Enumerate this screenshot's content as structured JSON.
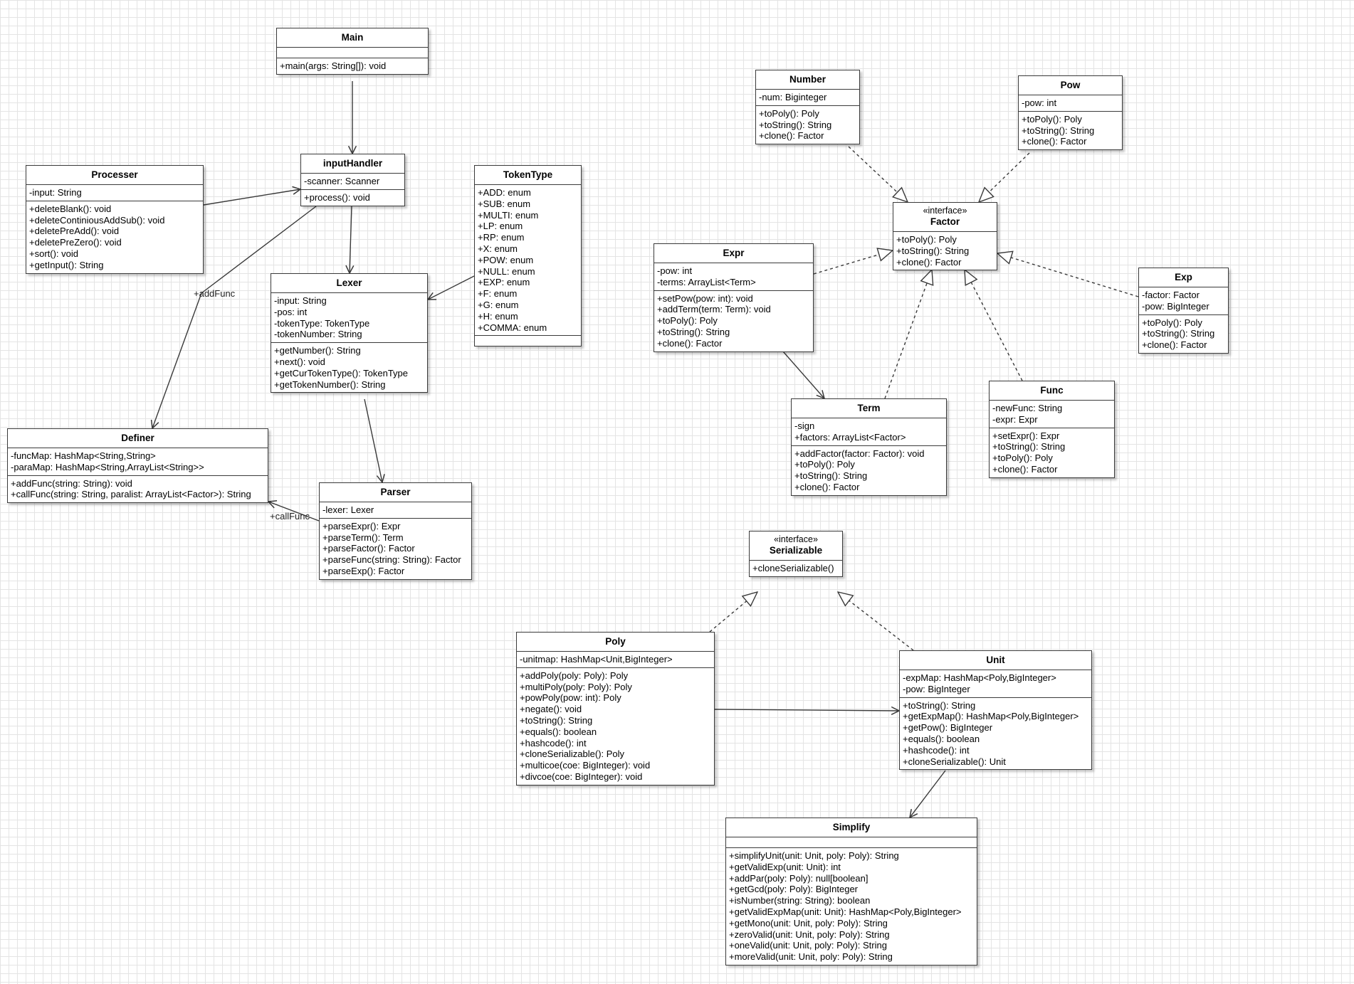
{
  "diagram": {
    "classes": [
      {
        "id": "main",
        "name": "Main",
        "attributes": [],
        "methods": [
          "+main(args: String[]): void"
        ]
      },
      {
        "id": "inputHandler",
        "name": "inputHandler",
        "attributes": [
          "-scanner: Scanner"
        ],
        "methods": [
          "+process(): void"
        ]
      },
      {
        "id": "processer",
        "name": "Processer",
        "attributes": [
          "-input: String"
        ],
        "methods": [
          "+deleteBlank(): void",
          "+deleteContiniousAddSub(): void",
          "+deletePreAdd(): void",
          "+deletePreZero(): void",
          "+sort(): void",
          "+getInput(): String"
        ]
      },
      {
        "id": "tokenType",
        "name": "TokenType",
        "attributes": [
          "+ADD: enum",
          "+SUB: enum",
          "+MULTI: enum",
          "+LP: enum",
          "+RP: enum",
          "+X: enum",
          "+POW: enum",
          "+NULL: enum",
          "+EXP: enum",
          "+F: enum",
          "+G: enum",
          "+H: enum",
          "+COMMA: enum"
        ],
        "methods": []
      },
      {
        "id": "lexer",
        "name": "Lexer",
        "attributes": [
          "-input: String",
          "-pos: int",
          "-tokenType: TokenType",
          "-tokenNumber: String"
        ],
        "methods": [
          "+getNumber(): String",
          "+next(): void",
          "+getCurTokenType(): TokenType",
          "+getTokenNumber(): String"
        ]
      },
      {
        "id": "definer",
        "name": "Definer",
        "attributes": [
          "-funcMap: HashMap<String,String>",
          "-paraMap: HashMap<String,ArrayList<String>>"
        ],
        "methods": [
          "+addFunc(string: String): void",
          "+callFunc(string: String, paralist: ArrayList<Factor>): String"
        ]
      },
      {
        "id": "parser",
        "name": "Parser",
        "attributes": [
          "-lexer: Lexer"
        ],
        "methods": [
          "+parseExpr(): Expr",
          "+parseTerm(): Term",
          "+parseFactor(): Factor",
          "+parseFunc(string: String): Factor",
          "+parseExp(): Factor"
        ]
      },
      {
        "id": "number",
        "name": "Number",
        "attributes": [
          "-num: Biginteger"
        ],
        "methods": [
          "+toPoly(): Poly",
          "+toString(): String",
          "+clone(): Factor"
        ]
      },
      {
        "id": "pow",
        "name": "Pow",
        "attributes": [
          "-pow: int"
        ],
        "methods": [
          "+toPoly(): Poly",
          "+toString(): String",
          "+clone(): Factor"
        ]
      },
      {
        "id": "factor",
        "name": "Factor",
        "stereotype": "«interface»",
        "attributes": null,
        "methods": [
          "+toPoly(): Poly",
          "+toString(): String",
          "+clone(): Factor"
        ]
      },
      {
        "id": "expr",
        "name": "Expr",
        "attributes": [
          "-pow: int",
          "-terms: ArrayList<Term>"
        ],
        "methods": [
          "+setPow(pow: int): void",
          "+addTerm(term: Term): void",
          "+toPoly(): Poly",
          "+toString(): String",
          "+clone(): Factor"
        ]
      },
      {
        "id": "exp",
        "name": "Exp",
        "attributes": [
          "-factor: Factor",
          "-pow: BigInteger"
        ],
        "methods": [
          "+toPoly(): Poly",
          "+toString(): String",
          "+clone(): Factor"
        ]
      },
      {
        "id": "term",
        "name": "Term",
        "attributes": [
          "-sign",
          "+factors: ArrayList<Factor>"
        ],
        "methods": [
          "+addFactor(factor: Factor): void",
          "+toPoly(): Poly",
          "+toString(): String",
          "+clone(): Factor"
        ]
      },
      {
        "id": "func",
        "name": "Func",
        "attributes": [
          "-newFunc: String",
          "-expr: Expr"
        ],
        "methods": [
          "+setExpr(): Expr",
          "+toString(): String",
          "+toPoly(): Poly",
          "+clone(): Factor"
        ]
      },
      {
        "id": "serializable",
        "name": "Serializable",
        "stereotype": "«interface»",
        "attributes": null,
        "methods": [
          "+cloneSerializable()"
        ]
      },
      {
        "id": "poly",
        "name": "Poly",
        "attributes": [
          "-unitmap: HashMap<Unit,BigInteger>"
        ],
        "methods": [
          "+addPoly(poly: Poly): Poly",
          "+multiPoly(poly: Poly): Poly",
          "+powPoly(pow: int): Poly",
          "+negate(): void",
          "+toString(): String",
          "+equals(): boolean",
          "+hashcode(): int",
          "+cloneSerializable(): Poly",
          "+multicoe(coe: BigInteger): void",
          "+divcoe(coe: BigInteger): void"
        ]
      },
      {
        "id": "unit",
        "name": "Unit",
        "attributes": [
          "-expMap: HashMap<Poly,BigInteger>",
          "-pow: BigInteger"
        ],
        "methods": [
          "+toString(): String",
          "+getExpMap(): HashMap<Poly,BigInteger>",
          "+getPow(): BigInteger",
          "+equals(): boolean",
          "+hashcode(): int",
          "+cloneSerializable(): Unit"
        ]
      },
      {
        "id": "simplify",
        "name": "Simplify",
        "attributes": [],
        "methods": [
          "+simplifyUnit(unit: Unit, poly: Poly): String",
          "+getValidExp(unit: Unit): int",
          "+addPar(poly: Poly): null[boolean]",
          "+getGcd(poly: Poly): BigInteger",
          "+isNumber(string: String): boolean",
          "+getValidExpMap(unit: Unit): HashMap<Poly,BigInteger>",
          "+getMono(unit: Unit, poly: Poly): String",
          "+zeroValid(unit: Unit, poly: Poly): String",
          "+oneValid(unit: Unit, poly: Poly): String",
          "+moreValid(unit: Unit, poly: Poly): String"
        ]
      }
    ],
    "relations": [
      {
        "id": "main-inputHandler",
        "from": "main",
        "to": "inputHandler",
        "type": "association"
      },
      {
        "id": "processer-inputHandler",
        "from": "processer",
        "to": "inputHandler",
        "type": "association"
      },
      {
        "id": "inputHandler-lexer",
        "from": "inputHandler",
        "to": "lexer",
        "type": "association"
      },
      {
        "id": "inputHandler-definer",
        "from": "inputHandler",
        "to": "definer",
        "type": "association",
        "label": "+addFunc"
      },
      {
        "id": "tokenType-lexer",
        "from": "tokenType",
        "to": "lexer",
        "type": "association"
      },
      {
        "id": "lexer-parser",
        "from": "lexer",
        "to": "parser",
        "type": "association"
      },
      {
        "id": "parser-definer",
        "from": "parser",
        "to": "definer",
        "type": "association",
        "label": "+callFunc"
      },
      {
        "id": "number-factor",
        "from": "number",
        "to": "factor",
        "type": "realization"
      },
      {
        "id": "pow-factor",
        "from": "pow",
        "to": "factor",
        "type": "realization"
      },
      {
        "id": "expr-factor",
        "from": "expr",
        "to": "factor",
        "type": "realization"
      },
      {
        "id": "exp-factor",
        "from": "exp",
        "to": "factor",
        "type": "realization"
      },
      {
        "id": "term-factor",
        "from": "term",
        "to": "factor",
        "type": "realization"
      },
      {
        "id": "func-factor",
        "from": "func",
        "to": "factor",
        "type": "realization"
      },
      {
        "id": "expr-term",
        "from": "expr",
        "to": "term",
        "type": "association"
      },
      {
        "id": "poly-serializable",
        "from": "poly",
        "to": "serializable",
        "type": "realization"
      },
      {
        "id": "unit-serializable",
        "from": "unit",
        "to": "serializable",
        "type": "realization"
      },
      {
        "id": "poly-unit",
        "from": "poly",
        "to": "unit",
        "type": "association"
      },
      {
        "id": "unit-simplify",
        "from": "unit",
        "to": "simplify",
        "type": "association"
      }
    ]
  }
}
